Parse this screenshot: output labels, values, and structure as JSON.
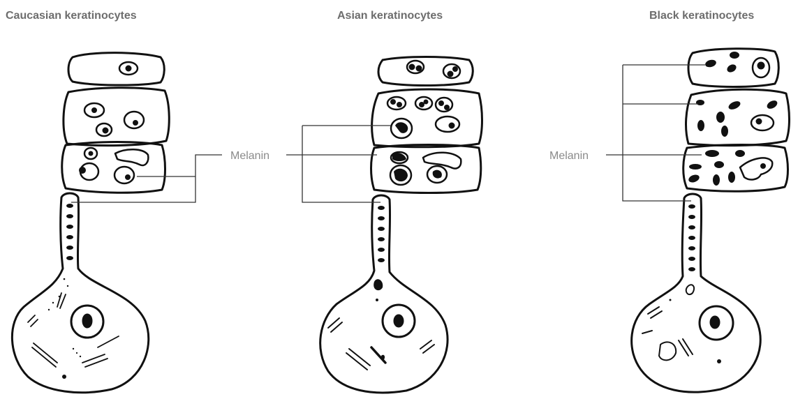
{
  "titles": {
    "left": "Caucasian keratinocytes",
    "middle": "Asian keratinocytes",
    "right": "Black keratinocytes"
  },
  "labels": {
    "melanin_middle": "Melanin",
    "melanin_right": "Melanin"
  },
  "colors": {
    "title_text": "#6d6d6d",
    "label_text": "#8a8a8a",
    "leader_line": "#333333",
    "ink": "#111111"
  }
}
